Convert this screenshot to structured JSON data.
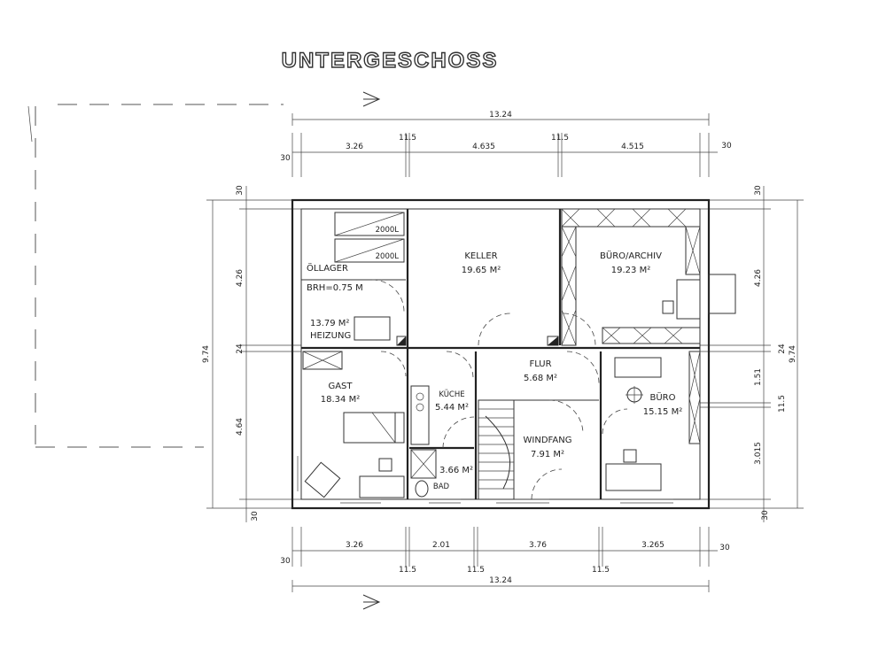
{
  "title": "UNTERGESCHOSS",
  "section_marker": "A",
  "rooms": {
    "oellager": {
      "name": "ÖLLAGER",
      "tank1": "2000L",
      "tank2": "2000L"
    },
    "heizung": {
      "name": "HEIZUNG",
      "note": "BRH=0.75 M",
      "area": "13.79 M²"
    },
    "keller": {
      "name": "KELLER",
      "area": "19.65 M²"
    },
    "buero_archiv": {
      "name": "BÜRO/ARCHIV",
      "area": "19.23 M²"
    },
    "gast": {
      "name": "GAST",
      "area": "18.34 M²"
    },
    "kueche": {
      "name": "KÜCHE",
      "area": "5.44 M²"
    },
    "flur": {
      "name": "FLUR",
      "area": "5.68 M²"
    },
    "buero": {
      "name": "BÜRO",
      "area": "15.15 M²"
    },
    "windfang": {
      "name": "WINDFANG",
      "area": "7.91 M²"
    },
    "bad": {
      "name": "BAD",
      "area": "3.66 M²"
    }
  },
  "dimensions": {
    "top_total": "13.24",
    "top_segments": [
      "3.26",
      "11.5",
      "4.635",
      "11.5",
      "4.515"
    ],
    "top_edge_left": "30",
    "top_edge_right": "30",
    "bottom_total": "13.24",
    "bottom_segments": [
      "3.26",
      "2.01",
      "3.76",
      "3.265"
    ],
    "bottom_walls": [
      "11.5",
      "11.5",
      "11.5"
    ],
    "bottom_edge_left": "30",
    "bottom_edge_right": "30",
    "left_total": "9.74",
    "left_segments": [
      "30",
      "4.26",
      "24",
      "4.64",
      "30"
    ],
    "right_total": "9.74",
    "right_segments": [
      "30",
      "4.26",
      "24",
      "1.51",
      "11.5",
      "3.015",
      "30"
    ]
  }
}
